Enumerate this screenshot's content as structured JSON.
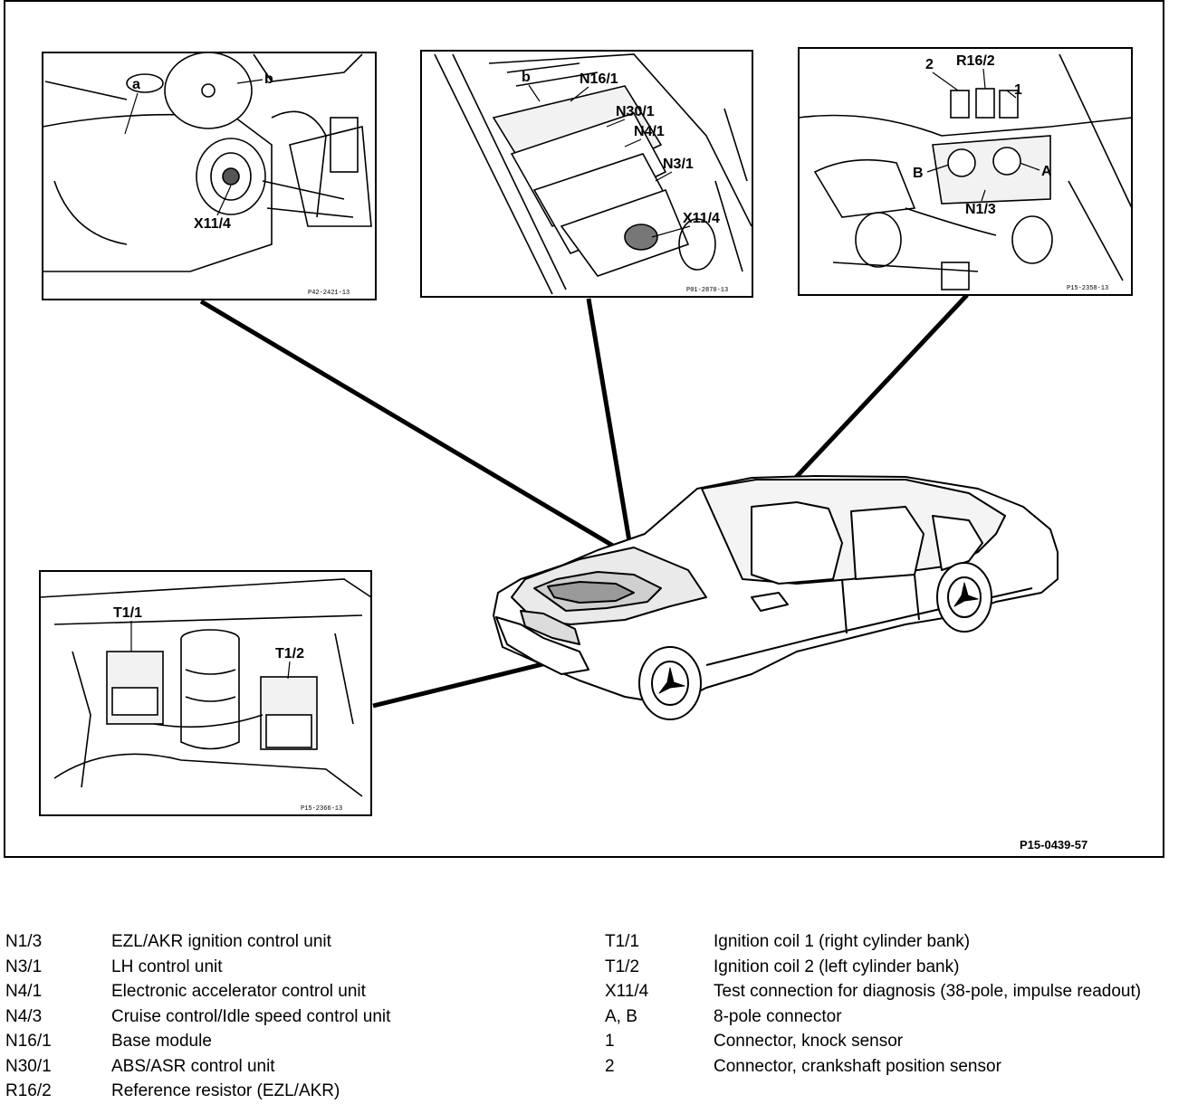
{
  "figure_ref": "P15-0439-57",
  "panels": {
    "top_left": {
      "labels": [
        "a",
        "b",
        "X11/4"
      ],
      "ref": "P42-2421-13"
    },
    "top_center": {
      "labels": [
        "b",
        "N16/1",
        "N30/1",
        "N4/1",
        "N3/1",
        "X11/4"
      ],
      "ref": "P01-2870-13"
    },
    "top_right": {
      "labels": [
        "2",
        "R16/2",
        "1",
        "B",
        "A",
        "N1/3"
      ],
      "ref": "P15-2358-13"
    },
    "bottom_left": {
      "labels": [
        "T1/1",
        "T1/2"
      ],
      "ref": "P15-2366-13"
    }
  },
  "legend": {
    "left": [
      {
        "code": "N1/3",
        "desc": "EZL/AKR ignition control unit"
      },
      {
        "code": "N3/1",
        "desc": "LH control unit"
      },
      {
        "code": "N4/1",
        "desc": "Electronic accelerator control unit"
      },
      {
        "code": "N4/3",
        "desc": "Cruise control/Idle speed control unit"
      },
      {
        "code": "N16/1",
        "desc": "Base module"
      },
      {
        "code": "N30/1",
        "desc": "ABS/ASR control unit"
      },
      {
        "code": "R16/2",
        "desc": "Reference resistor (EZL/AKR)"
      }
    ],
    "right": [
      {
        "code": "T1/1",
        "desc": "Ignition coil 1 (right cylinder bank)"
      },
      {
        "code": "T1/2",
        "desc": "Ignition coil 2 (left cylinder bank)"
      },
      {
        "code": "X11/4",
        "desc": "Test connection for diagnosis (38-pole, impulse readout)"
      },
      {
        "code": "A, B",
        "desc": "8-pole connector"
      },
      {
        "code": "1",
        "desc": "Connector, knock sensor"
      },
      {
        "code": "2",
        "desc": "Connector, crankshaft position sensor"
      }
    ]
  }
}
